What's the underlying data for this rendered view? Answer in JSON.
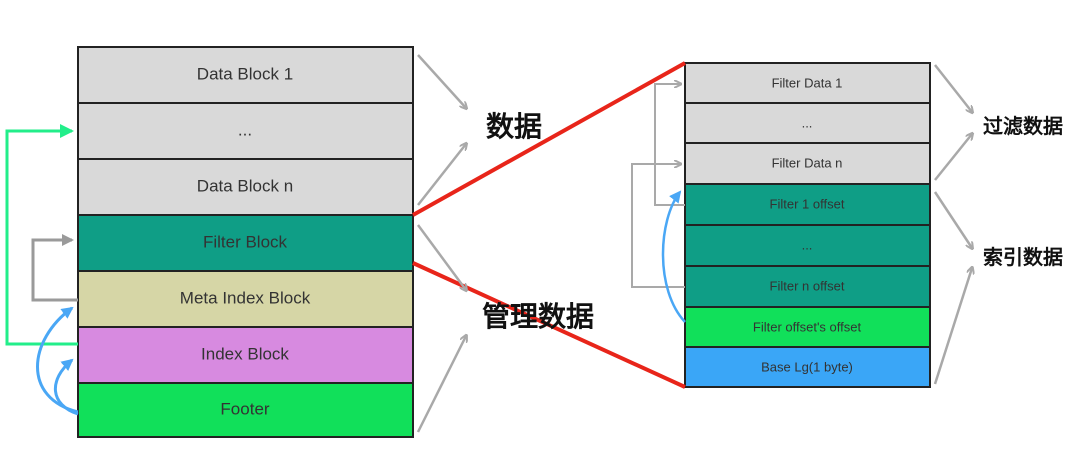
{
  "colors": {
    "gray": "#d9d9d9",
    "teal": "#0f9e86",
    "khaki": "#d6d6a6",
    "violet": "#d78ae0",
    "green": "#11e05a",
    "blue": "#3aa6f7",
    "red": "#e8251a",
    "border": "#222222",
    "connector_arrow": "#a9a9a9",
    "back_arrow_green": "#22ee8a",
    "back_arrow_blue": "#4aa7f5",
    "back_arrow_gray": "#9a9a9a"
  },
  "sstable": {
    "blocks": [
      {
        "label": "Data Block 1",
        "color": "gray"
      },
      {
        "label": "...",
        "color": "gray"
      },
      {
        "label": "Data Block n",
        "color": "gray"
      },
      {
        "label": "Filter Block",
        "color": "teal"
      },
      {
        "label": "Meta Index Block",
        "color": "khaki"
      },
      {
        "label": "Index Block",
        "color": "violet"
      },
      {
        "label": "Footer",
        "color": "green"
      }
    ]
  },
  "filter_block": {
    "blocks": [
      {
        "label": "Filter Data 1",
        "color": "gray"
      },
      {
        "label": "...",
        "color": "gray"
      },
      {
        "label": "Filter Data n",
        "color": "gray"
      },
      {
        "label": "Filter 1 offset",
        "color": "teal"
      },
      {
        "label": "...",
        "color": "teal"
      },
      {
        "label": "Filter n offset",
        "color": "teal"
      },
      {
        "label": "Filter offset's offset",
        "color": "green"
      },
      {
        "label": "Base Lg(1 byte)",
        "color": "blue"
      }
    ]
  },
  "labels": {
    "data": "数据",
    "management_data": "管理数据",
    "filter_data": "过滤数据",
    "index_data": "索引数据"
  }
}
